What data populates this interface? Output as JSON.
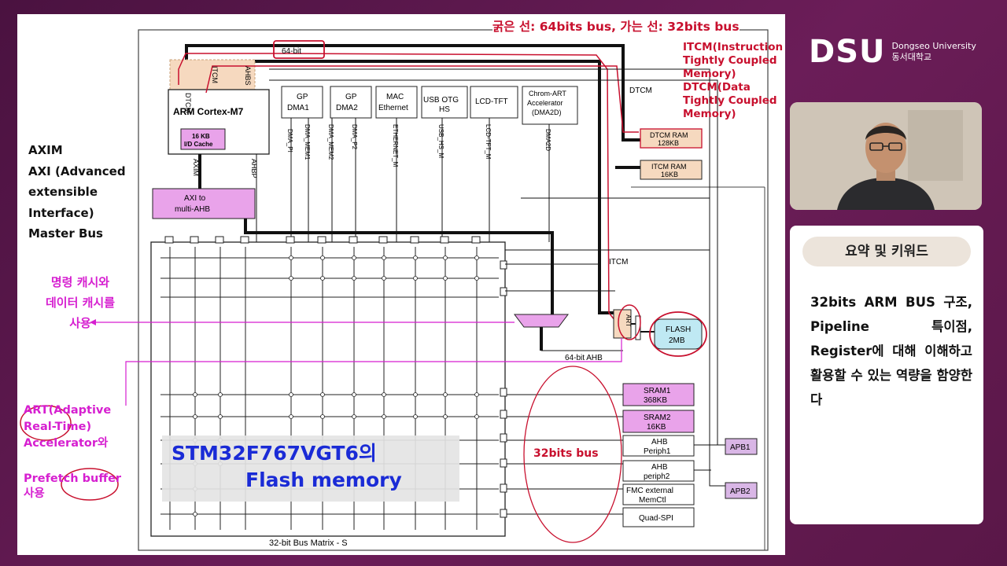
{
  "slide": {
    "top_caption": "굵은 선: 64bits bus, 가는 선: 32bits bus",
    "tcm_notes": [
      "ITCM(Instruction",
      "Tightly Coupled",
      "Memory)",
      "DTCM(Data",
      "Tightly Coupled",
      "Memory)"
    ],
    "axim_notes": [
      "AXIM",
      "AXI (Advanced",
      "extensible",
      "Interface)",
      "Master Bus"
    ],
    "cache_note": [
      "명령 캐시와",
      "데이터 캐시를",
      "사용"
    ],
    "art_note": [
      "ART(Adaptive",
      "Real-Time)",
      "Accelerator와"
    ],
    "prefetch_note": [
      "Prefetch buffer",
      "사용"
    ],
    "flash_title_line1": "STM32F767VGT6의",
    "flash_title_line2": "Flash memory",
    "bus32_note": "32bits bus"
  },
  "diagram": {
    "top_bus_label": "64-bit",
    "cpu_label": "ARM Cortex-M7",
    "cache_label_1": "16 KB",
    "cache_label_2": "I/D Cache",
    "dtcm_vert": "DTCM",
    "itcm_vert": "ITCM",
    "ahbs_vert": "AHBS",
    "axim_vert": "AXIM",
    "ahbp_vert": "AHBP",
    "axi_bridge_1": "AXI to",
    "axi_bridge_2": "multi-AHB",
    "masters": [
      {
        "l1": "GP",
        "l2": "DMA1"
      },
      {
        "l1": "GP",
        "l2": "DMA2"
      },
      {
        "l1": "MAC",
        "l2": "Ethernet"
      },
      {
        "l1": "USB OTG",
        "l2": "HS"
      },
      {
        "l1": "LCD-TFT",
        "l2": ""
      },
      {
        "l1": "Chrom-ART",
        "l2": "Accelerator",
        "l3": "(DMA2D)"
      }
    ],
    "master_ports": [
      "DMA_PI",
      "DMA_MEM1",
      "DMA_MEM2",
      "DMA_P2",
      "ETHERNET_M",
      "USB_HS_M",
      "LCD-TFT_M",
      "DMA2D"
    ],
    "dtcm_label": "DTCM",
    "dtcm_ram_1": "DTCM RAM",
    "dtcm_ram_2": "128KB",
    "itcm_ram_1": "ITCM RAM",
    "itcm_ram_2": "16KB",
    "itcm_label": "ITCM",
    "art_label": "ART",
    "flash_1": "FLASH",
    "flash_2": "2MB",
    "ahb64_label": "64-bit AHB",
    "slaves": [
      {
        "l1": "SRAM1",
        "l2": "368KB"
      },
      {
        "l1": "SRAM2",
        "l2": "16KB"
      },
      {
        "l1": "AHB",
        "l2": "Periph1"
      },
      {
        "l1": "AHB",
        "l2": "periph2"
      },
      {
        "l1": "FMC external",
        "l2": "MemCtl"
      },
      {
        "l1": "Quad-SPI",
        "l2": ""
      }
    ],
    "apb1": "APB1",
    "apb2": "APB2",
    "matrix_label": "32-bit Bus Matrix - S"
  },
  "branding": {
    "logo_text": "DSU",
    "university_en": "Dongseo University",
    "university_ko": "동서대학교"
  },
  "summary_panel": {
    "title": "요약 및 키워드",
    "body": "32bits ARM BUS 구조, Pipeline 특이점, Register에 대해 이해하고 활용할 수 있는 역량을 함양한다"
  },
  "colors": {
    "background": "#5e1a4c",
    "annotation_red": "#c8102e",
    "annotation_magenta": "#d61fd0",
    "tcm_fill": "#f6d9bf",
    "slave_fill": "#e9a3ea",
    "flash_fill": "#bfe9f3"
  }
}
